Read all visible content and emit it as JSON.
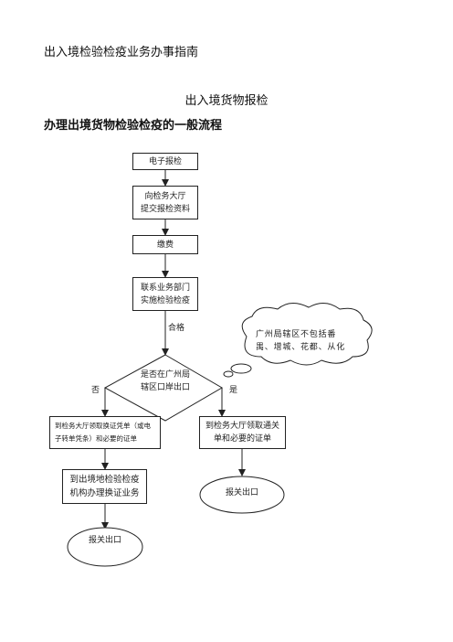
{
  "document": {
    "title": "出入境检验检疫业务办事指南",
    "section": "出入境货物报检",
    "subheading": "办理出境货物检验检疫的一般流程"
  },
  "flowchart": {
    "step1": "电子报检",
    "step2_line1": "向检务大厅",
    "step2_line2": "提交报检资料",
    "step3": "缴费",
    "step4_line1": "联系业务部门",
    "step4_line2": "实施检验检疫",
    "pass_label": "合格",
    "decision_line1": "是否在广州局",
    "decision_line2": "辖区口岸出口",
    "no_label": "否",
    "yes_label": "是",
    "cloud_line1": "广州局辖区不包括番",
    "cloud_line2": "禺、增城、花都、从化",
    "left_box1_line1": "到检务大厅领取换证凭单（或电",
    "left_box1_line2": "子转单凭条）和必要的证单",
    "right_box1_line1": "到检务大厅领取通关",
    "right_box1_line2": "单和必要的证单",
    "left_box2_line1": "到出境地检验检疫",
    "left_box2_line2": "机构办理换证业务",
    "left_end": "报关出口",
    "right_end": "报关出口"
  }
}
